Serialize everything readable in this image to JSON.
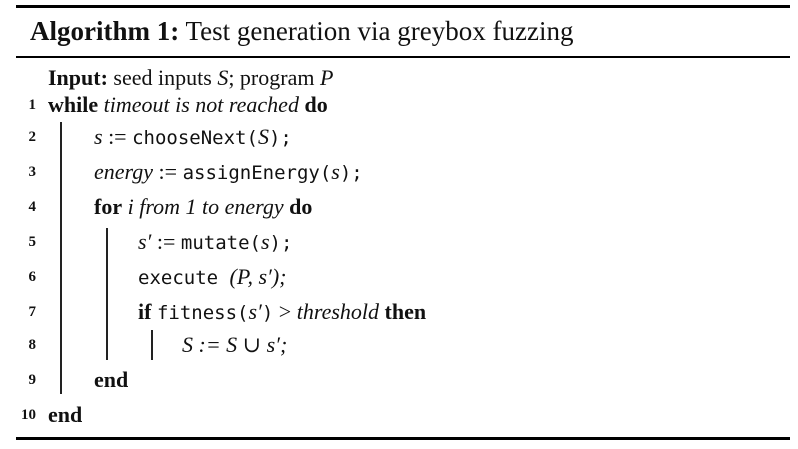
{
  "caption": {
    "label": "Algorithm 1:",
    "title": "Test generation via greybox fuzzing"
  },
  "input": {
    "label": "Input:",
    "text_a": "seed inputs ",
    "var_s": "S",
    "text_b": "; program ",
    "var_p": "P"
  },
  "lines": {
    "l1": {
      "no": "1",
      "kw": "while",
      "cond": "timeout is not reached",
      "kw2": "do"
    },
    "l2": {
      "no": "2",
      "lhs": "s",
      "op": " := ",
      "fn": "chooseNext(",
      "arg": "S",
      "close": ");"
    },
    "l3": {
      "no": "3",
      "lhs": "energy",
      "op": " := ",
      "fn": "assignEnergy(",
      "arg": "s",
      "close": ");"
    },
    "l4": {
      "no": "4",
      "kw": "for",
      "var": "i",
      "range": "from 1 to energy",
      "kw2": "do"
    },
    "l5": {
      "no": "5",
      "lhs": "s′",
      "op": " := ",
      "fn": "mutate(",
      "arg": "s",
      "close": ");"
    },
    "l6": {
      "no": "6",
      "fn": "execute ",
      "args": "(P, s′);"
    },
    "l7": {
      "no": "7",
      "kw": "if",
      "fn": "fitness(",
      "arg": "s′",
      "close": ")",
      "cmp": " > ",
      "thr": "threshold",
      "kw2": "then"
    },
    "l8": {
      "no": "8",
      "expr": "S := S ∪ s′;"
    },
    "l9": {
      "no": "9",
      "kw": "end"
    },
    "l10": {
      "no": "10",
      "kw": "end"
    }
  }
}
